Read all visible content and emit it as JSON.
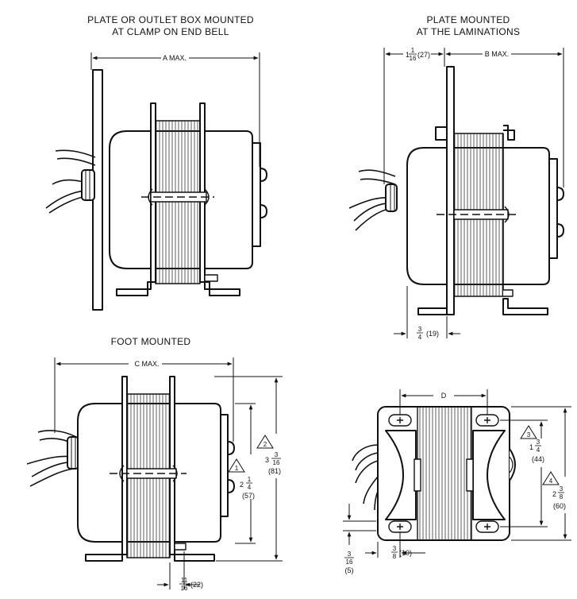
{
  "views": {
    "clamp": {
      "title_line1": "PLATE OR OUTLET BOX MOUNTED",
      "title_line2": "AT CLAMP ON END BELL",
      "dim_label": "A MAX."
    },
    "lamination": {
      "title_line1": "PLATE MOUNTED",
      "title_line2": "AT THE LAMINATIONS",
      "dim_b_label": "B MAX.",
      "dim_offset": {
        "whole": "1",
        "num": "1",
        "den": "16",
        "metric": "(27)"
      },
      "dim_bottom": {
        "num": "3",
        "den": "4",
        "metric": "(19)"
      }
    },
    "foot": {
      "title": "FOOT MOUNTED",
      "dim_label": "C MAX.",
      "note1": "1",
      "note2": "2",
      "dim_inner": {
        "whole": "2",
        "num": "1",
        "den": "4",
        "metric": "(57)"
      },
      "dim_outer": {
        "whole": "3",
        "num": "3",
        "den": "16",
        "metric": "(81)"
      },
      "dim_bottom": {
        "num": "11",
        "den": "16",
        "metric": "(22)"
      }
    },
    "bottom": {
      "dim_label": "D",
      "note3": "3",
      "note4": "4",
      "dim_inner": {
        "whole": "1",
        "num": "3",
        "den": "4",
        "metric": "(44)"
      },
      "dim_outer": {
        "whole": "2",
        "num": "3",
        "den": "8",
        "metric": "(60)"
      },
      "dim_hole_y": {
        "num": "3",
        "den": "16",
        "metric": "(5)"
      },
      "dim_hole_x": {
        "num": "3",
        "den": "8",
        "metric": "(10)"
      }
    }
  }
}
